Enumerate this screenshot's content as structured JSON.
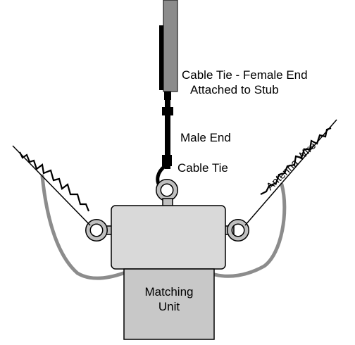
{
  "labels": {
    "cable_tie_female_line1": "Cable Tie - Female End",
    "cable_tie_female_line2": "Attached to Stub",
    "male_end": "Male End",
    "cable_tie": "Cable Tie",
    "antenna_wire": "Antenna Wire",
    "matching_unit_line1": "Matching",
    "matching_unit_line2": "Unit"
  },
  "colors": {
    "stub": "#8c8c8c",
    "box": "#d9d9d9",
    "matching_unit": "#c8c8c8",
    "cable": "#8c8c8c",
    "ring": "#c0c0c0",
    "tie": "#000000",
    "outline": "#000000"
  }
}
